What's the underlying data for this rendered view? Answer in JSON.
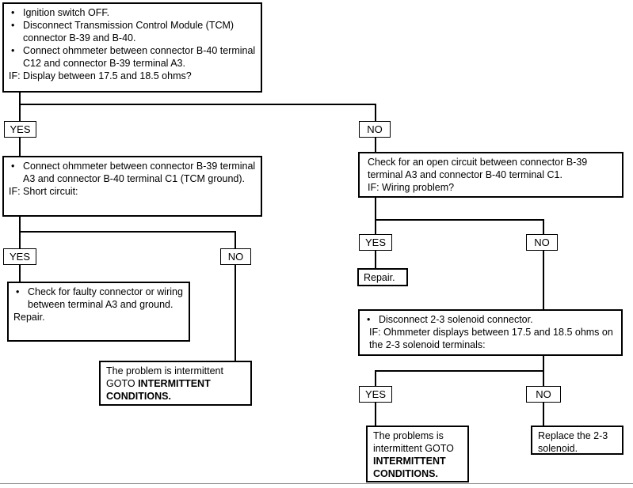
{
  "box1": {
    "bullets": [
      "Ignition switch OFF.",
      "Disconnect Transmission Control Module (TCM) connector B-39 and B-40.",
      "Connect ohmmeter between connector B-40 terminal C12 and connector B-39 terminal A3."
    ],
    "if_text": "IF:  Display between 17.5 and 18.5 ohms?"
  },
  "yes1": "YES",
  "no1": "NO",
  "box2": {
    "bullets": [
      "Connect ohmmeter between connector B-39 terminal A3 and connector B-40 terminal C1 (TCM ground)."
    ],
    "if_text": "IF:  Short circuit:"
  },
  "box3": {
    "text": "Check for an open circuit between connector B-39 terminal A3 and connector B-40 terminal C1.",
    "if_text": "IF: Wiring problem?"
  },
  "yes2": "YES",
  "no2": "NO",
  "yes3": "YES",
  "no3": "NO",
  "repair1": "Repair.",
  "box4": {
    "bullets": [
      "Check for faulty connector or wiring between terminal A3 and ground."
    ],
    "repair": "Repair."
  },
  "box5": {
    "text": "The problem is intermittent GOTO ",
    "bold": "INTERMITTENT CONDITIONS",
    "end": "."
  },
  "box6": {
    "bullets": [
      "Disconnect 2-3 solenoid connector."
    ],
    "if_text": "IF: Ohmmeter displays between 17.5 and 18.5 ohms on the 2-3 solenoid terminals:"
  },
  "yes4": "YES",
  "no4": "NO",
  "box7": {
    "text": "The problems is intermittent GOTO ",
    "bold": "INTERMITTENT CONDITIONS",
    "end": "."
  },
  "box8": {
    "text": "Replace the 2-3 solenoid."
  }
}
